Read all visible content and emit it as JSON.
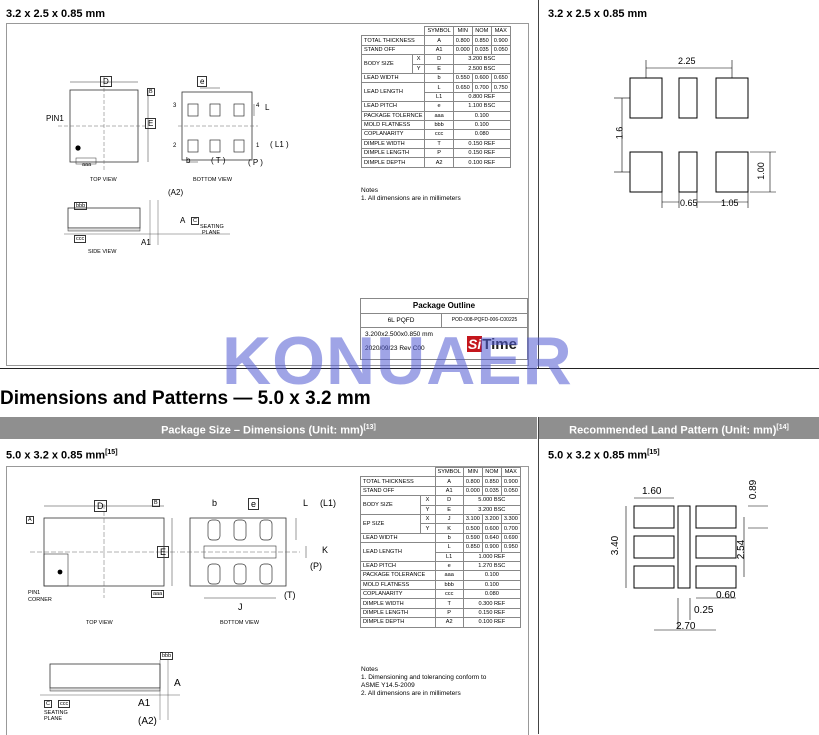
{
  "top": {
    "left_title": "3.2 x 2.5 x 0.85 mm",
    "right_title": "3.2 x 2.5 x 0.85 mm",
    "views": {
      "top": "TOP VIEW",
      "bottom": "BOTTOM VIEW",
      "side": "SIDE VIEW",
      "pin1": "PIN1",
      "seating": "SEATING",
      "plane": "PLANE"
    },
    "dims": {
      "D": "D",
      "E": "E",
      "A": "A",
      "A1": "A1",
      "A2": "(A2)",
      "b": "b",
      "e": "e",
      "L": "L",
      "L1": "( L1 )",
      "T": "( T )",
      "P": "( P )",
      "aaa": "aaa",
      "bbb": "bbb",
      "ccc": "ccc",
      "n1": "1",
      "n2": "2",
      "n3": "3",
      "n4": "4",
      "B": "B",
      "C": "C"
    },
    "table": {
      "header": [
        "SYMBOL",
        "MIN",
        "NOM",
        "MAX"
      ],
      "rows": [
        [
          "TOTAL THICKNESS",
          "",
          "A",
          "0.800",
          "0.850",
          "0.900"
        ],
        [
          "STAND OFF",
          "",
          "A1",
          "0.000",
          "0.035",
          "0.050"
        ],
        [
          "BODY SIZE",
          "X",
          "D",
          "3.200 BSC"
        ],
        [
          "",
          "Y",
          "E",
          "2.500 BSC"
        ],
        [
          "LEAD WIDTH",
          "",
          "b",
          "0.550",
          "0.600",
          "0.650"
        ],
        [
          "LEAD LENGTH",
          "",
          "L",
          "0.650",
          "0.700",
          "0.750"
        ],
        [
          "",
          "",
          "L1",
          "0.800 REF"
        ],
        [
          "LEAD PITCH",
          "",
          "e",
          "1.100 BSC"
        ],
        [
          "PACKAGE TOLERNCE",
          "",
          "aaa",
          "0.100"
        ],
        [
          "MOLD FLATNESS",
          "",
          "bbb",
          "0.100"
        ],
        [
          "COPLANARITY",
          "",
          "ccc",
          "0.080"
        ],
        [
          "DIMPLE WIDTH",
          "",
          "T",
          "0.150 REF"
        ],
        [
          "DIMPLE LENGTH",
          "",
          "P",
          "0.150 REF"
        ],
        [
          "DIMPLE DEPTH",
          "",
          "A2",
          "0.100 REF"
        ]
      ]
    },
    "notes": [
      "Notes",
      "1. All dimensions are in millimeters"
    ],
    "outline": {
      "title": "Package Outline",
      "pkg": "6L PQFD",
      "code": "POD-008-PQFD-006-C00225",
      "size": "3.200x2.500x0.850 mm",
      "rev": "2020/09/23  Rev C00"
    },
    "land": {
      "d1": "2.25",
      "d2": "1.6",
      "d3": "1.00",
      "d4": "0.65",
      "d5": "1.05"
    }
  },
  "watermark": "KONUAER",
  "logo": {
    "si": "Si",
    "time": "Time"
  },
  "section_title": "Dimensions and Patterns — 5.0 x 3.2 mm",
  "band_left": "Package Size – Dimensions (Unit: mm)",
  "band_left_sup": "[13]",
  "band_right": "Recommended Land Pattern (Unit: mm)",
  "band_right_sup": "[14]",
  "bottom": {
    "left_title": "5.0 x 3.2 x 0.85 mm",
    "left_sup": "[15]",
    "right_title": "5.0 x 3.2 x 0.85 mm",
    "right_sup": "[15]",
    "views": {
      "top": "TOP VIEW",
      "bottom": "BOTTOM VIEW",
      "pin1": "PIN1",
      "corner": "CORNER",
      "seating": "SEATING",
      "plane": "PLANE"
    },
    "dims": {
      "D": "D",
      "E": "E",
      "A": "A",
      "A1": "A1",
      "A2": "(A2)",
      "b": "b",
      "e": "e",
      "L": "L",
      "L1": "(L1)",
      "K": "K",
      "J": "J",
      "T": "(T)",
      "P": "(P)",
      "B": "B",
      "C": "C",
      "aaa": "aaa",
      "bbb": "bbb",
      "ccc": "ccc"
    },
    "table": {
      "header": [
        "SYMBOL",
        "MIN",
        "NOM",
        "MAX"
      ],
      "rows": [
        [
          "TOTAL THICKNESS",
          "",
          "A",
          "0.800",
          "0.850",
          "0.900"
        ],
        [
          "STAND OFF",
          "",
          "A1",
          "0.000",
          "0.035",
          "0.050"
        ],
        [
          "BODY SIZE",
          "X",
          "D",
          "5.000 BSC"
        ],
        [
          "",
          "Y",
          "E",
          "3.200 BSC"
        ],
        [
          "EP SIZE",
          "X",
          "J",
          "3.100",
          "3.200",
          "3.300"
        ],
        [
          "",
          "Y",
          "K",
          "0.500",
          "0.600",
          "0.700"
        ],
        [
          "LEAD WIDTH",
          "",
          "b",
          "0.590",
          "0.640",
          "0.690"
        ],
        [
          "LEAD LENGTH",
          "",
          "L",
          "0.850",
          "0.900",
          "0.950"
        ],
        [
          "",
          "",
          "L1",
          "1.000 REF"
        ],
        [
          "LEAD PITCH",
          "",
          "e",
          "1.270 BSC"
        ],
        [
          "PACKAGE TOLERANCE",
          "",
          "aaa",
          "0.100"
        ],
        [
          "MOLD FLATNESS",
          "",
          "bbb",
          "0.100"
        ],
        [
          "COPLANARITY",
          "",
          "ccc",
          "0.080"
        ],
        [
          "DIMPLE WIDTH",
          "",
          "T",
          "0.300 REF"
        ],
        [
          "DIMPLE LENGTH",
          "",
          "P",
          "0.150 REF"
        ],
        [
          "DIMPLE DEPTH",
          "",
          "A2",
          "0.100 REF"
        ]
      ]
    },
    "notes": [
      "Notes",
      "1. Dimensioning and tolerancing conform to",
      "ASME Y14.5-2009",
      "2. All dimensions are in millimeters"
    ],
    "land": {
      "d1": "1.60",
      "d2": "0.89",
      "d3": "3.40",
      "d4": "2.54",
      "d5": "0.60",
      "d6": "0.25",
      "d7": "2.70"
    }
  }
}
